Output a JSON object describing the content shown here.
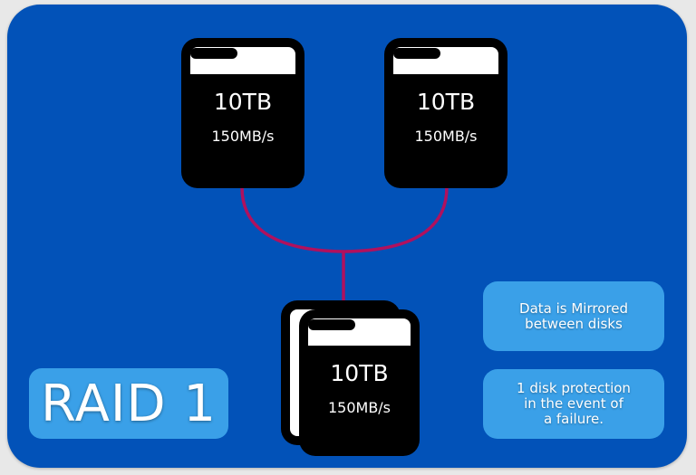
{
  "title": "RAID 1",
  "colors": {
    "background": "#0252b8",
    "connector": "#b0115e",
    "note_box": "#3aa0e8",
    "disk": "#000000"
  },
  "disks": [
    {
      "capacity": "10TB",
      "speed": "150MB/s"
    },
    {
      "capacity": "10TB",
      "speed": "150MB/s"
    }
  ],
  "result_disk": {
    "capacity": "10TB",
    "speed": "150MB/s"
  },
  "notes": [
    {
      "lines": [
        "Data is Mirrored",
        "between disks"
      ]
    },
    {
      "lines": [
        "1 disk protection",
        "in the event of",
        "a failure."
      ]
    }
  ]
}
